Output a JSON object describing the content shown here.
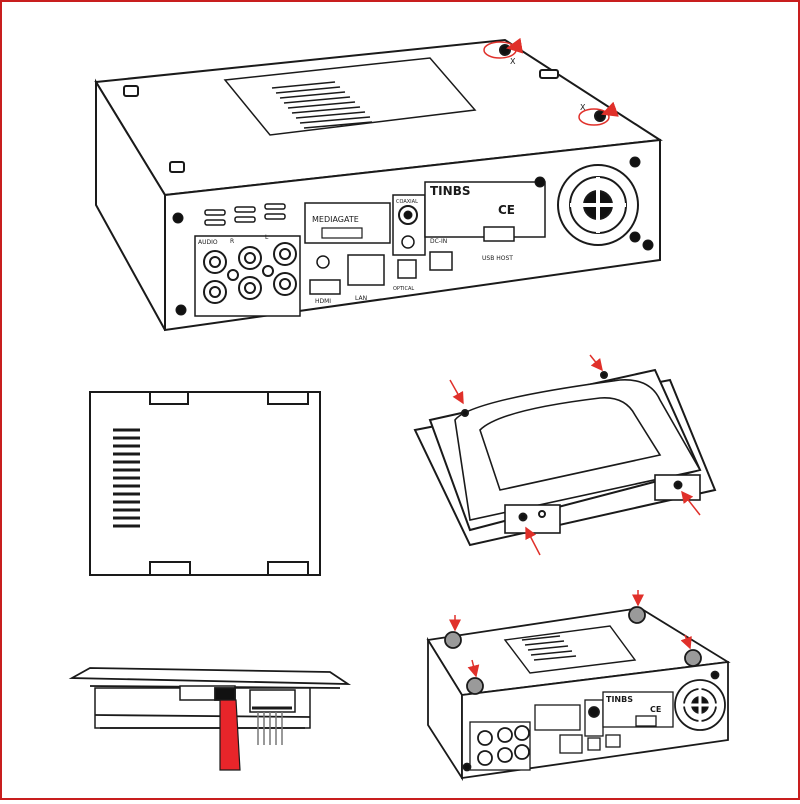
{
  "frame": {
    "border_color": "#c81e1e"
  },
  "colors": {
    "line": "#1a1a1a",
    "marker": "#e0302a",
    "cable": "#e8252a",
    "grey": "#9a9a9a",
    "dark": "#111111"
  },
  "device_top": {
    "screw_labels": {
      "x1": "X",
      "x2": "X"
    },
    "panel": {
      "brand": "TINBS",
      "small_text_1": "MEDIAGATE",
      "small_text_2": "CE",
      "ports": [
        "AUDIO",
        "R",
        "L",
        "HDMI",
        "LAN",
        "COAXIAL",
        "OPTICAL",
        "DC-IN",
        "USB HOST"
      ]
    }
  },
  "device_bottom": {
    "panel": {
      "brand": "TINBS",
      "small_text_2": "CE"
    }
  },
  "icons": [
    "fan-grille-icon",
    "screw-icon",
    "arrow-marker-icon",
    "vent-slot-icon"
  ]
}
